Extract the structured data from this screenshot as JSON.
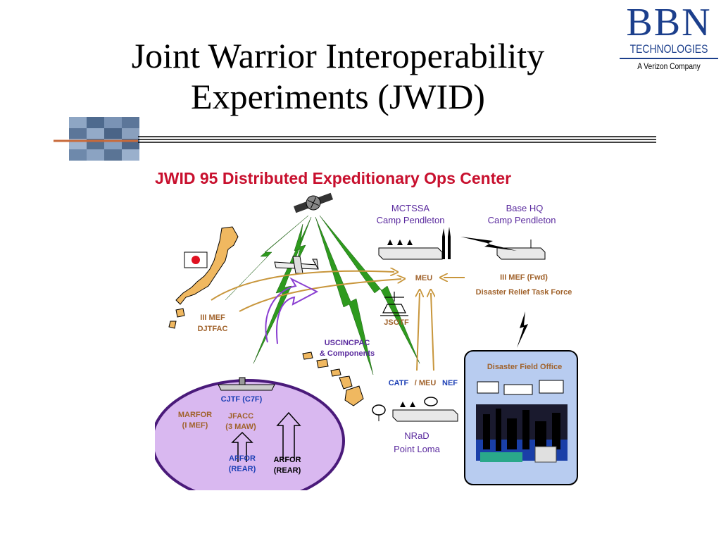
{
  "slide": {
    "title_line1": "Joint Warrior Interoperability",
    "title_line2": "Experiments (JWID)"
  },
  "logo": {
    "brand": "BBN",
    "line2": "TECHNOLOGIES",
    "line3": "A Verizon Company",
    "color": "#1c3f8c"
  },
  "diagram": {
    "title": "JWID 95 Distributed Expeditionary Ops Center",
    "title_color": "#c8102e",
    "labels": {
      "mctssa": "MCTSSA",
      "camp_pendleton_1": "Camp Pendleton",
      "base_hq": "Base HQ",
      "camp_pendleton_2": "Camp Pendleton",
      "meu": "MEU",
      "iii_mef_fwd": "III MEF (Fwd)",
      "disaster_relief": "Disaster Relief Task Force",
      "iii_mef": "III MEF",
      "djtfac": "DJTFAC",
      "jsotf": "JSOTF",
      "uscincpac": "USCINCPAC",
      "components": "& Components",
      "catf": "CATF",
      "meu2": "/ MEU",
      "nef": "NEF",
      "nrad": "NRaD",
      "point_loma": "Point Loma",
      "disaster_field_office": "Disaster Field Office",
      "cjtf": "CJTF (C7F)",
      "marfor": "MARFOR",
      "imef": "(I MEF)",
      "jfacc": "JFACC",
      "maw": "(3 MAW)",
      "affor": "AFFOR",
      "affor_rear": "(REAR)",
      "arfor": "ARFOR",
      "arfor_rear": "(REAR)"
    },
    "colors": {
      "arrow_brown": "#c8963c",
      "arrow_purple": "#8a3fd1",
      "lightning_green": "#2e9a1e",
      "ellipse_fill": "#d9b8f0",
      "ellipse_stroke": "#4a1a7a",
      "dfo_fill": "#b8ccf0",
      "japan_fill": "#f0b860",
      "hawaii_fill": "#f0b860"
    }
  }
}
